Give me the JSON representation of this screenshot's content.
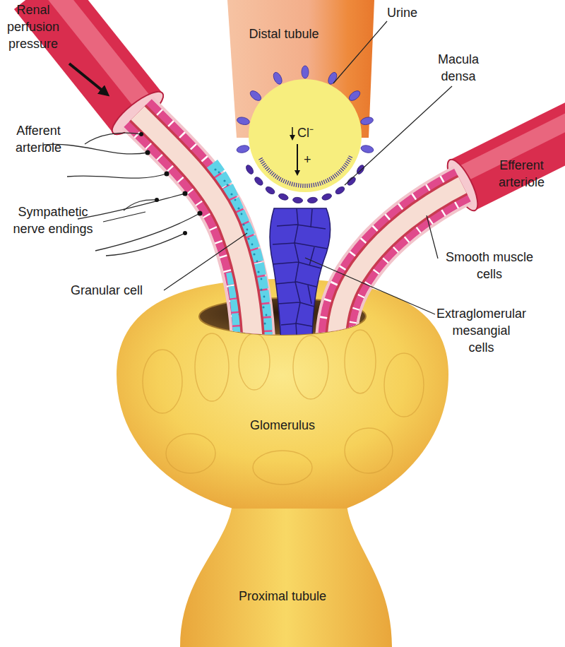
{
  "diagram": {
    "nodes": [
      {
        "text": [
          "Distal tubule"
        ]
      },
      {
        "text": [
          "Glomerulus"
        ]
      },
      {
        "text": [
          "Proximal tubule"
        ]
      }
    ],
    "labels": [
      "Renal perfusion pressure",
      "Urine",
      "Macula densa",
      "Afferent arteriole",
      "Efferent arteriole",
      "Cl⁻",
      "+",
      "Sympathetic nerve endings",
      "Smooth muscle cells",
      "Granular cell",
      "Extraglomerular mesangial cells"
    ]
  }
}
